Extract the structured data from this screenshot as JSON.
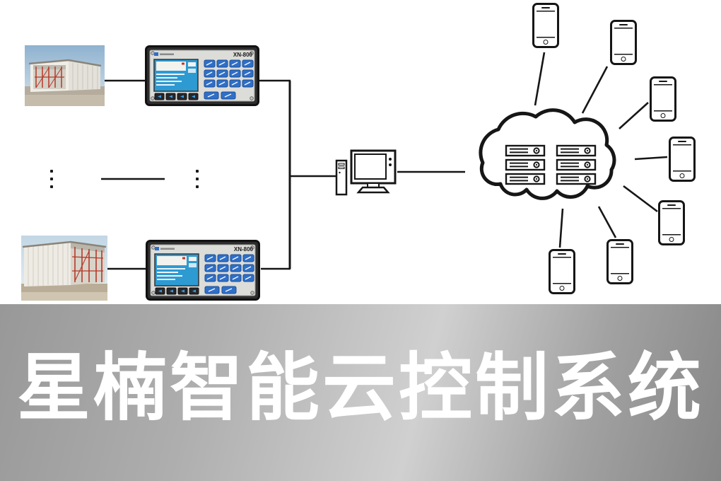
{
  "banner": {
    "title": "星楠智能云控制系统"
  },
  "diagram": {
    "controllers": [
      {
        "model": "XN-800"
      },
      {
        "model": "XN-800"
      }
    ],
    "cloud": {
      "server_count": 6
    },
    "phones": {
      "count": 7
    },
    "icon_names": [
      "site-photo",
      "controller-device",
      "desktop-computer-icon",
      "cloud-icon",
      "server-icon",
      "smartphone-icon",
      "ellipsis-more-units"
    ]
  },
  "colors": {
    "wire": "#161616",
    "screen_blue": "#2d9ad2",
    "key_blue": "#2f6fc8",
    "scaffold_red": "#b5382a",
    "banner_text": "#ffffff"
  }
}
